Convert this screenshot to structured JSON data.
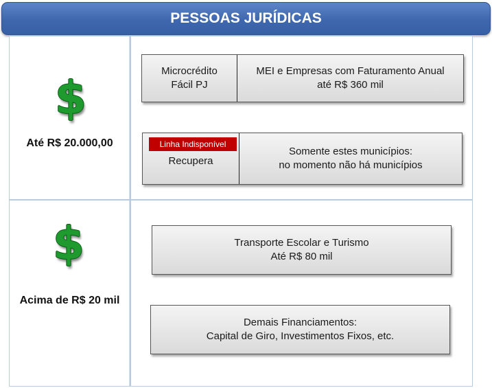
{
  "header": {
    "title": "PESSOAS JURÍDICAS"
  },
  "rows": [
    {
      "amount_label": "Até R$ 20.000,00",
      "icon": "dollar-sign-icon",
      "products": [
        {
          "left_lines": [
            "Microcrédito",
            "Fácil PJ"
          ],
          "right_lines": [
            "MEI e Empresas com Faturamento Anual",
            "até R$ 360 mil"
          ]
        },
        {
          "badge": "Linha Indisponível",
          "left_lines": [
            "Recupera"
          ],
          "right_lines": [
            "Somente estes municípios:",
            "no momento não há municípios"
          ]
        }
      ]
    },
    {
      "amount_label": "Acima de R$ 20 mil",
      "icon": "dollar-sign-icon",
      "products": [
        {
          "lines": [
            "Transporte Escolar e Turismo",
            "Até R$ 80 mil"
          ]
        },
        {
          "lines": [
            "Demais Financiamentos:",
            "Capital de Giro, Investimentos Fixos, etc."
          ]
        }
      ]
    }
  ],
  "colors": {
    "header": "#3f67ad",
    "dollar": "#1f9a2f",
    "badge": "#c00000"
  },
  "dollar_glyph": "$"
}
